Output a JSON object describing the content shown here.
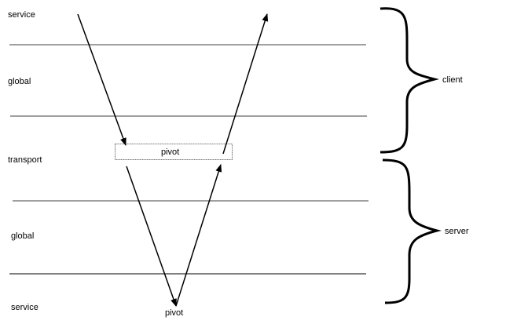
{
  "layers": [
    "service",
    "global",
    "transport",
    "global",
    "service"
  ],
  "pivot_box_label": "pivot",
  "pivot_bottom_label": "pivot",
  "braces": {
    "client": "client",
    "server": "server"
  },
  "colors": {
    "divider": "#808080",
    "ink": "#000000"
  }
}
